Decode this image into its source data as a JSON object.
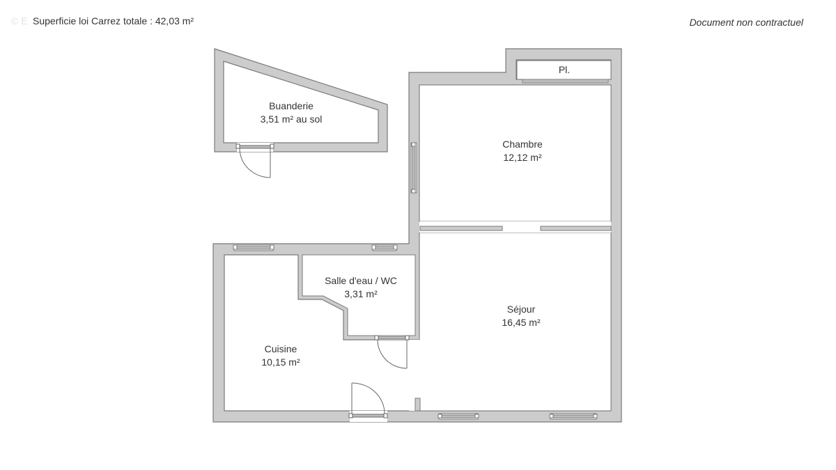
{
  "header": {
    "watermark": "© E",
    "total_area_label": "Superficie loi Carrez totale :",
    "total_area_value": "42,03 m²",
    "disclaimer": "Document non contractuel"
  },
  "rooms": {
    "buanderie": {
      "name": "Buanderie",
      "area": "3,51 m² au sol"
    },
    "chambre": {
      "name": "Chambre",
      "area": "12,12 m²"
    },
    "placard": {
      "name": "Pl."
    },
    "salle_eau": {
      "name": "Salle d'eau / WC",
      "area": "3,31 m²"
    },
    "cuisine": {
      "name": "Cuisine",
      "area": "10,15 m²"
    },
    "sejour": {
      "name": "Séjour",
      "area": "16,45 m²"
    }
  },
  "colors": {
    "wall_fill": "#cccccc",
    "wall_stroke": "#7a7a7a",
    "background": "#ffffff",
    "text": "#333333"
  }
}
